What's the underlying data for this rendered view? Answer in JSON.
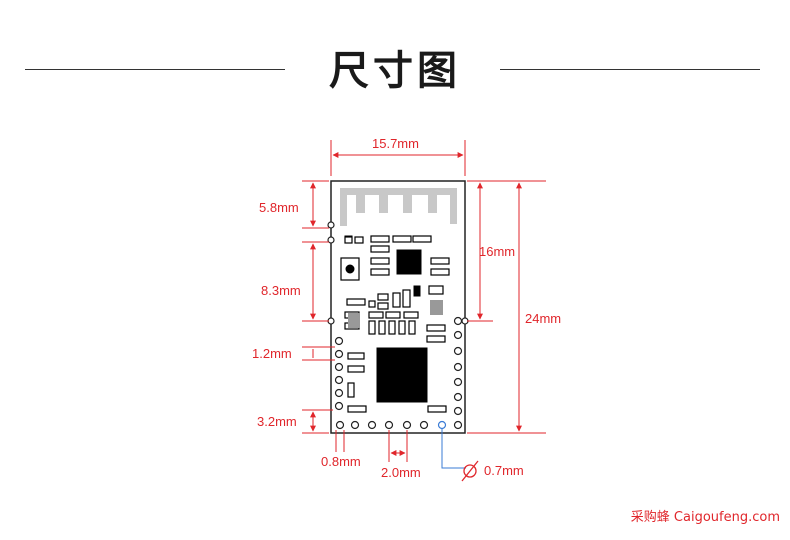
{
  "title": "尺寸图",
  "dimensions": {
    "width": "15.7mm",
    "antenna_height": "5.8mm",
    "upper_block": "8.3mm",
    "pad_pitch_side": "1.2mm",
    "bottom_pad_offset": "3.2mm",
    "pad_width": "0.8mm",
    "pad_pitch_bottom": "2.0mm",
    "pad_diameter": "0.7mm",
    "antenna_zone": "16mm",
    "total_height": "24mm"
  },
  "watermark": "采购蜂 Caigoufeng.com",
  "colors": {
    "dimension": "#e0262b",
    "highlight": "#3a7bd5",
    "board": "#000000"
  }
}
